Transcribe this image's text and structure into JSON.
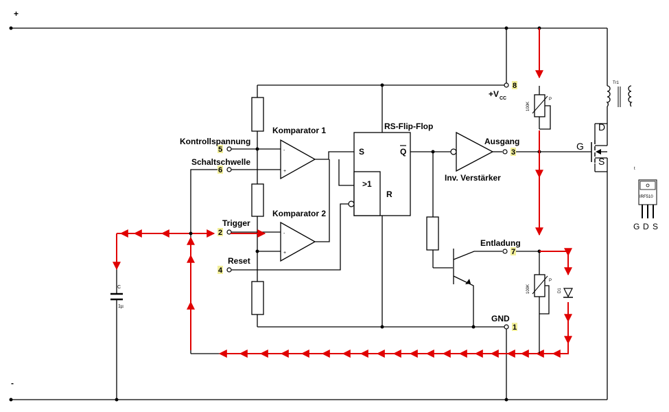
{
  "rails": {
    "plus": "+",
    "minus": "-"
  },
  "ic": {
    "rs_flip_flop": "RS-Flip-Flop",
    "s": "S",
    "r": "R",
    "q_bar": "Q",
    "or_gate": ">1",
    "comparator1": "Komparator 1",
    "comparator2": "Komparator 2",
    "inverter": "Inv. Verstärker",
    "minus": "-",
    "plus": "+"
  },
  "pins": {
    "p1": {
      "num": "1",
      "label": "GND"
    },
    "p2": {
      "num": "2",
      "label": "Trigger"
    },
    "p3": {
      "num": "3",
      "label": "Ausgang"
    },
    "p4": {
      "num": "4",
      "label": "Reset"
    },
    "p5": {
      "num": "5",
      "label": "Kontrollspannung"
    },
    "p6": {
      "num": "6",
      "label": "Schaltschwelle"
    },
    "p7": {
      "num": "7",
      "label": "Entladung"
    },
    "p8": {
      "num": "8",
      "label_main": "+V",
      "label_sub": "CC"
    }
  },
  "components": {
    "capacitor": {
      "name": "C",
      "value": "1µ"
    },
    "pot_top": {
      "value": "100K",
      "tag": "P"
    },
    "pot_bottom": {
      "value": "100K",
      "tag": "P"
    },
    "diode": {
      "name": "D1"
    },
    "transformer": {
      "name": "Tr1"
    },
    "mosfet": {
      "d": "D",
      "g": "G",
      "s": "S"
    },
    "package": {
      "name": "IRF510",
      "mark": "t",
      "pins": [
        "G",
        "D",
        "S"
      ]
    }
  },
  "colors": {
    "current_flow": "#e00000",
    "pin_highlight": "#f2ef9a"
  }
}
